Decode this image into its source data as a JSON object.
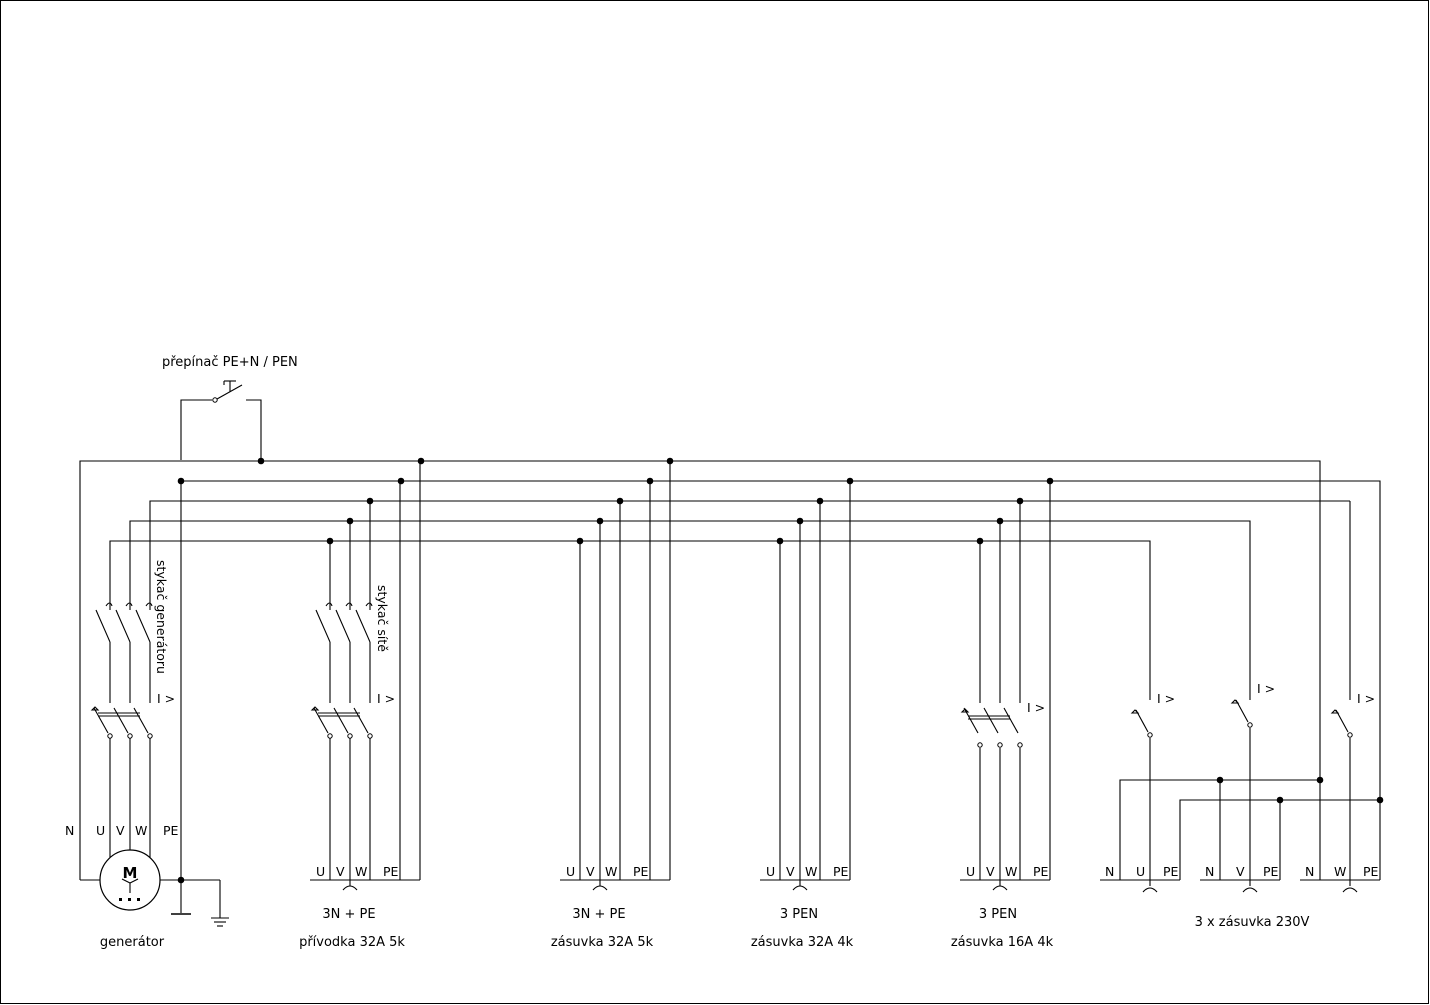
{
  "switch_label": "přepínač PE+N / PEN",
  "contactor_generator": "stykač generátoru",
  "contactor_grid": "stykač sítě",
  "overcurrent": "I >",
  "motor_letter": "M",
  "terminal_labels": {
    "N": "N",
    "U": "U",
    "V": "V",
    "W": "W",
    "PE": "PE"
  },
  "captions": {
    "generator": "generátor",
    "inlet_top": "3N + PE",
    "inlet_bottom": "přívodka 32A 5k",
    "socket1_top": "3N + PE",
    "socket1_bottom": "zásuvka 32A 5k",
    "socket2_top": "3 PEN",
    "socket2_bottom": "zásuvka 32A 4k",
    "socket3_top": "3 PEN",
    "socket3_bottom": "zásuvka 16A 4k",
    "sockets230": "3 x zásuvka 230V"
  }
}
